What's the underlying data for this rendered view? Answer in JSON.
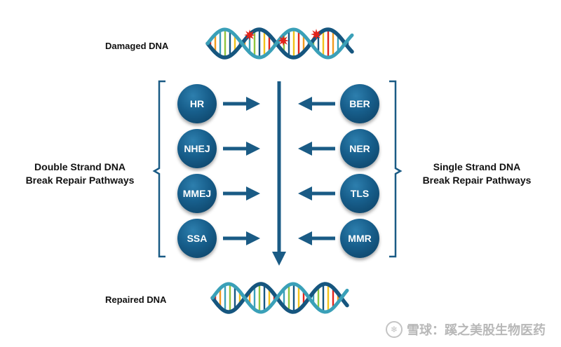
{
  "labels": {
    "damaged": "Damaged DNA",
    "repaired": "Repaired DNA",
    "left_line1": "Double Strand DNA",
    "left_line2": "Break Repair Pathways",
    "right_line1": "Single Strand DNA",
    "right_line2": "Break Repair Pathways"
  },
  "left_pathways": [
    "HR",
    "NHEJ",
    "MMEJ",
    "SSA"
  ],
  "right_pathways": [
    "BER",
    "NER",
    "TLS",
    "MMR"
  ],
  "watermark": "雪球：蹊之美股生物医药",
  "colors": {
    "accent": "#1a5b85",
    "strand_a": "#16567f",
    "strand_b": "#3aa0b8",
    "damage": "#e2231a"
  }
}
